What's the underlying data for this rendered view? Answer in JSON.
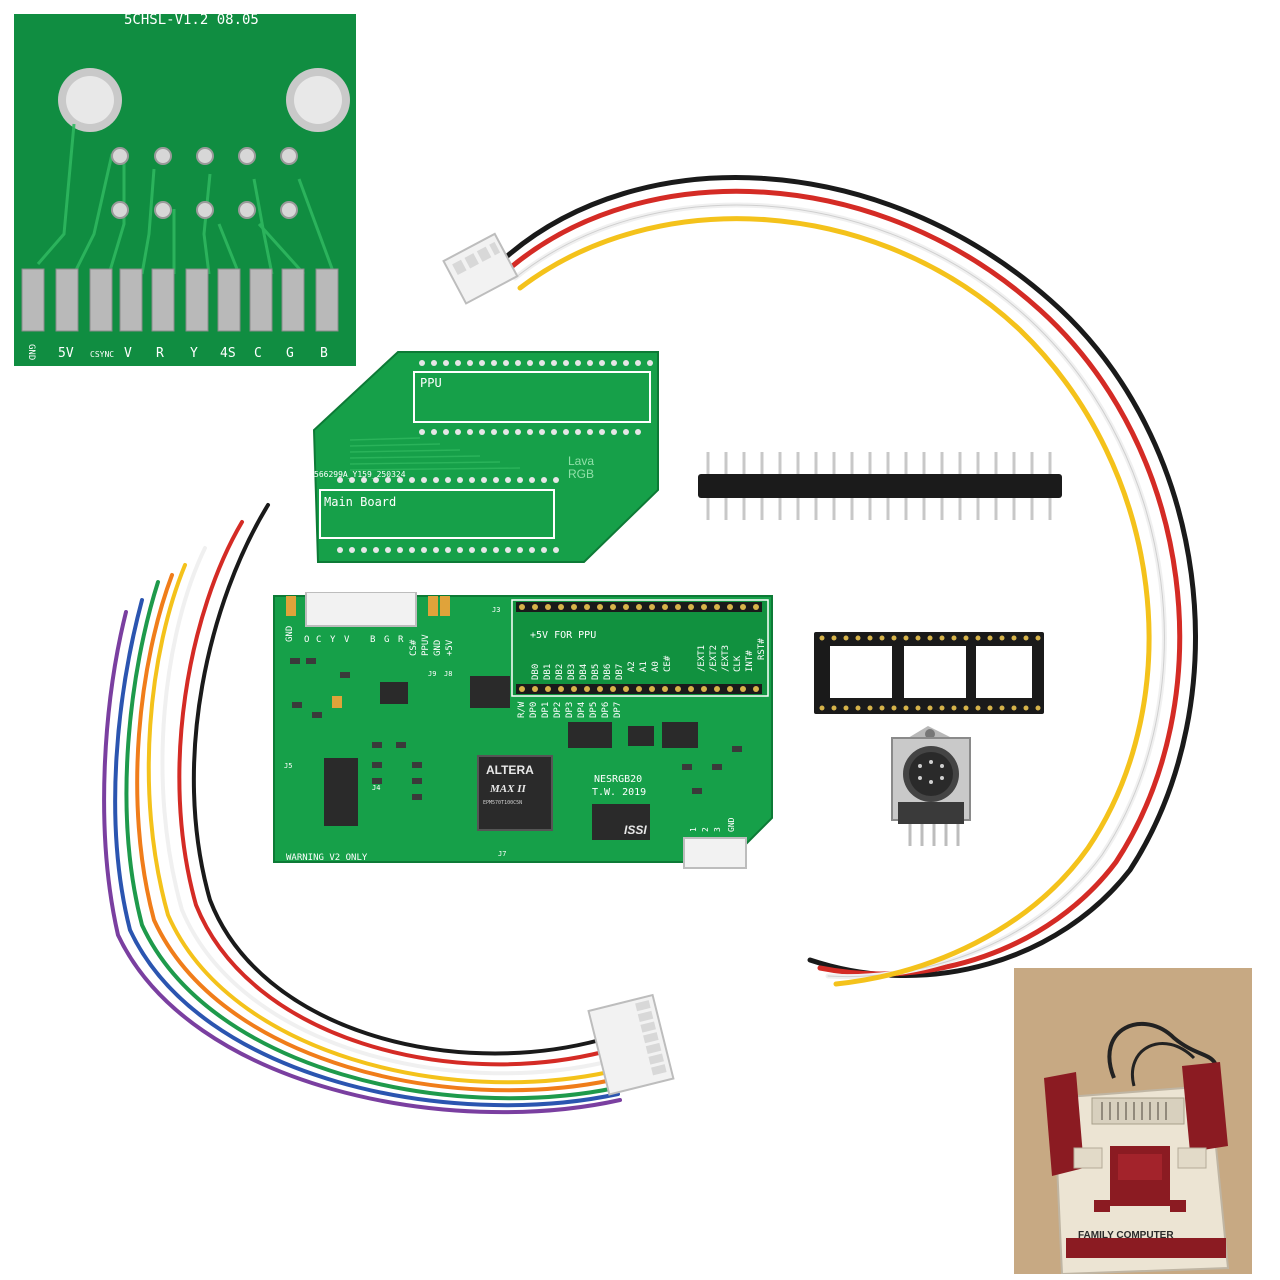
{
  "inset_connector": {
    "top_text": "5CHSL-V1.2 08.05",
    "pad_labels": [
      "GND",
      "5V",
      "CSYNC",
      "V",
      "R",
      "Y",
      "4S",
      "C",
      "G",
      "B"
    ]
  },
  "adapter_board": {
    "ppu_label": "PPU",
    "main_label": "Main Board",
    "part_number": "566299A_Y159_250324",
    "brand_line1": "Lava",
    "brand_line2": "RGB"
  },
  "main_board": {
    "connector_labels": [
      "GND",
      "O",
      "C",
      "Y",
      "V",
      "B",
      "G",
      "R"
    ],
    "power_labels": [
      "CS#",
      "PPUV",
      "GND",
      "+5V"
    ],
    "ppu_header": "+5V FOR PPU",
    "db_labels": [
      "DB0",
      "DB1",
      "DB2",
      "DB3",
      "DB4",
      "DB5",
      "DB6",
      "DB7",
      "A2",
      "A1",
      "A0",
      "CE#"
    ],
    "ext_labels": [
      "/EXT1",
      "/EXT2",
      "/EXT3",
      "CLK",
      "INT#",
      "RST#"
    ],
    "dp_labels": [
      "R/W",
      "DP0",
      "DP1",
      "DP2",
      "DP3",
      "DP4",
      "DP5",
      "DP6",
      "DP7"
    ],
    "fpga_brand": "ALTERA",
    "fpga_series": "MAX II",
    "fpga_part": "EPM570T100C5N",
    "model": "NESRGB20",
    "credit": "T.W. 2019",
    "sram_brand": "ISSI",
    "warning": "WARNING V2 ONLY",
    "jumpers": [
      "J3",
      "J5",
      "J4",
      "J9",
      "J8",
      "J7"
    ],
    "port_pins": [
      "1",
      "2",
      "3",
      "GND"
    ]
  },
  "console": {
    "brand": "FAMILY COMPUTER"
  },
  "colors": {
    "pcb": "#16a049",
    "pcb_dark": "#0d7a36",
    "silkscreen": "#ffffff",
    "wire_black": "#1a1a1a",
    "wire_red": "#d42b25",
    "wire_white": "#f0f0f0",
    "wire_yellow": "#f4c21b",
    "wire_orange": "#f07d1a",
    "wire_green": "#1e9a4b",
    "wire_blue": "#2b55b0",
    "wire_purple": "#7a3fa0",
    "console_red": "#8b1b22",
    "console_cream": "#ece4d3"
  }
}
